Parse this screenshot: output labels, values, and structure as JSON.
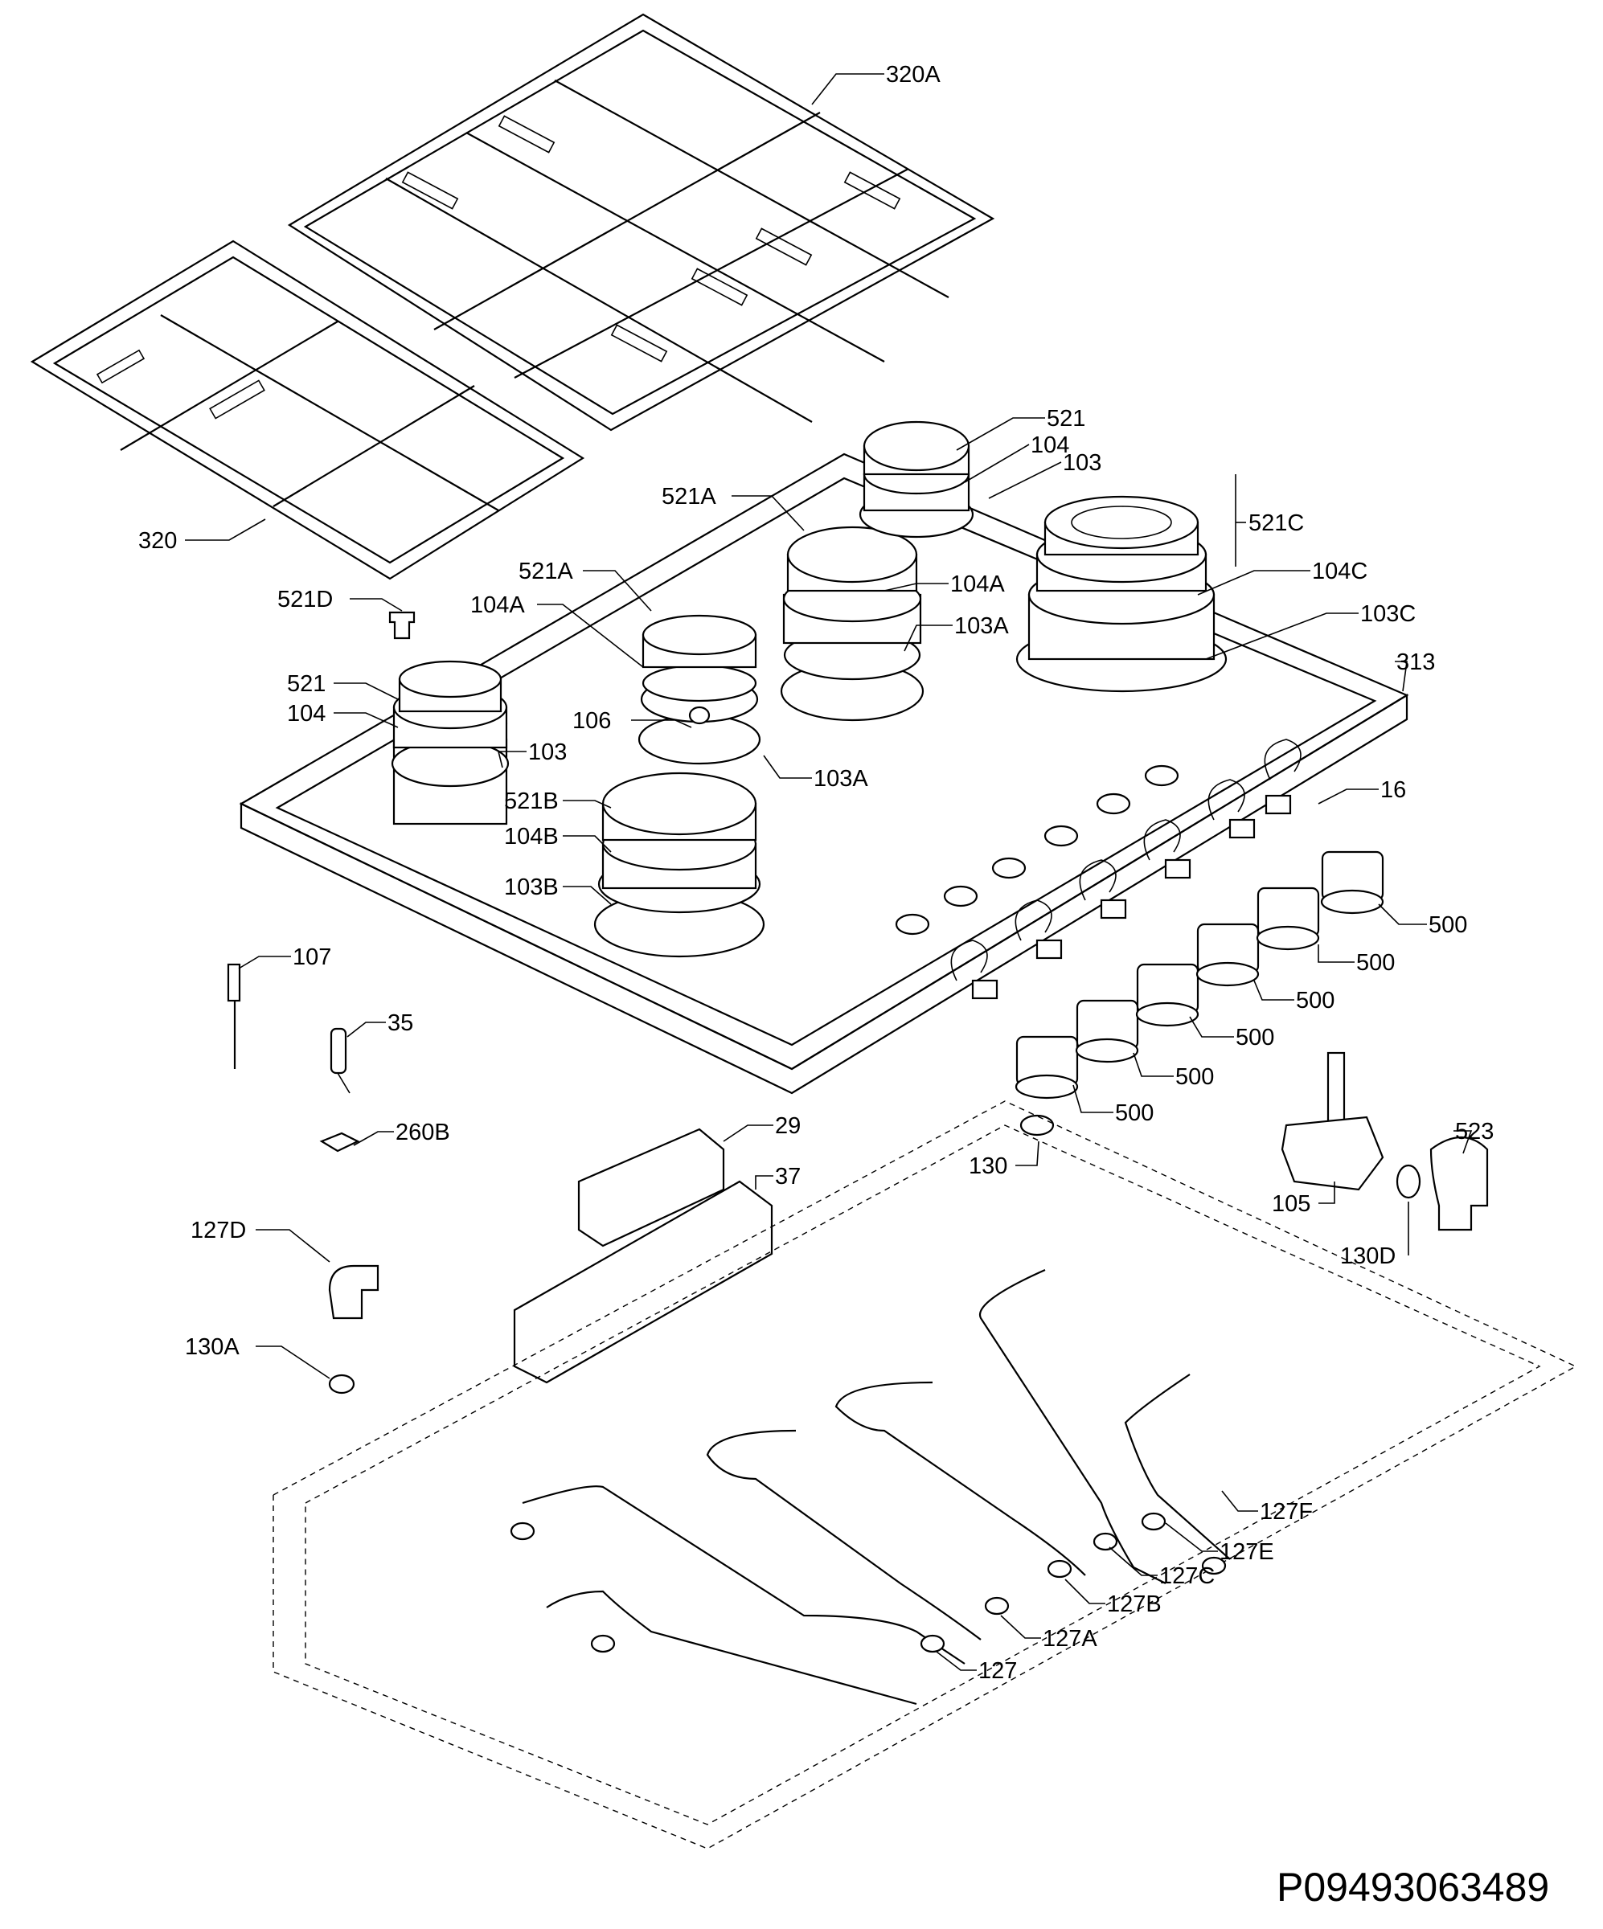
{
  "document_code": "P09493063489",
  "labels": {
    "l320A": "320A",
    "l320": "320",
    "l521_top": "521",
    "l104_top": "104",
    "l103_top": "103",
    "l521A_mid": "521A",
    "l521C": "521C",
    "l521A_left": "521A",
    "l104A_right": "104A",
    "l104C": "104C",
    "l521D": "521D",
    "l104A_left": "104A",
    "l103A_right": "103A",
    "l103C": "103C",
    "l313": "313",
    "l521_left": "521",
    "l104_left": "104",
    "l106": "106",
    "l103_left": "103",
    "l103A_center": "103A",
    "l521B": "521B",
    "l104B": "104B",
    "l103B": "103B",
    "l16": "16",
    "l500_1": "500",
    "l500_2": "500",
    "l500_3": "500",
    "l500_4": "500",
    "l500_5": "500",
    "l500_6": "500",
    "l107": "107",
    "l35": "35",
    "l260B": "260B",
    "l29": "29",
    "l37": "37",
    "l130": "130",
    "l105": "105",
    "l523": "523",
    "l130D": "130D",
    "l127D": "127D",
    "l130A": "130A",
    "l127F": "127F",
    "l127E": "127E",
    "l127C": "127C",
    "l127B": "127B",
    "l127A": "127A",
    "l127": "127"
  }
}
